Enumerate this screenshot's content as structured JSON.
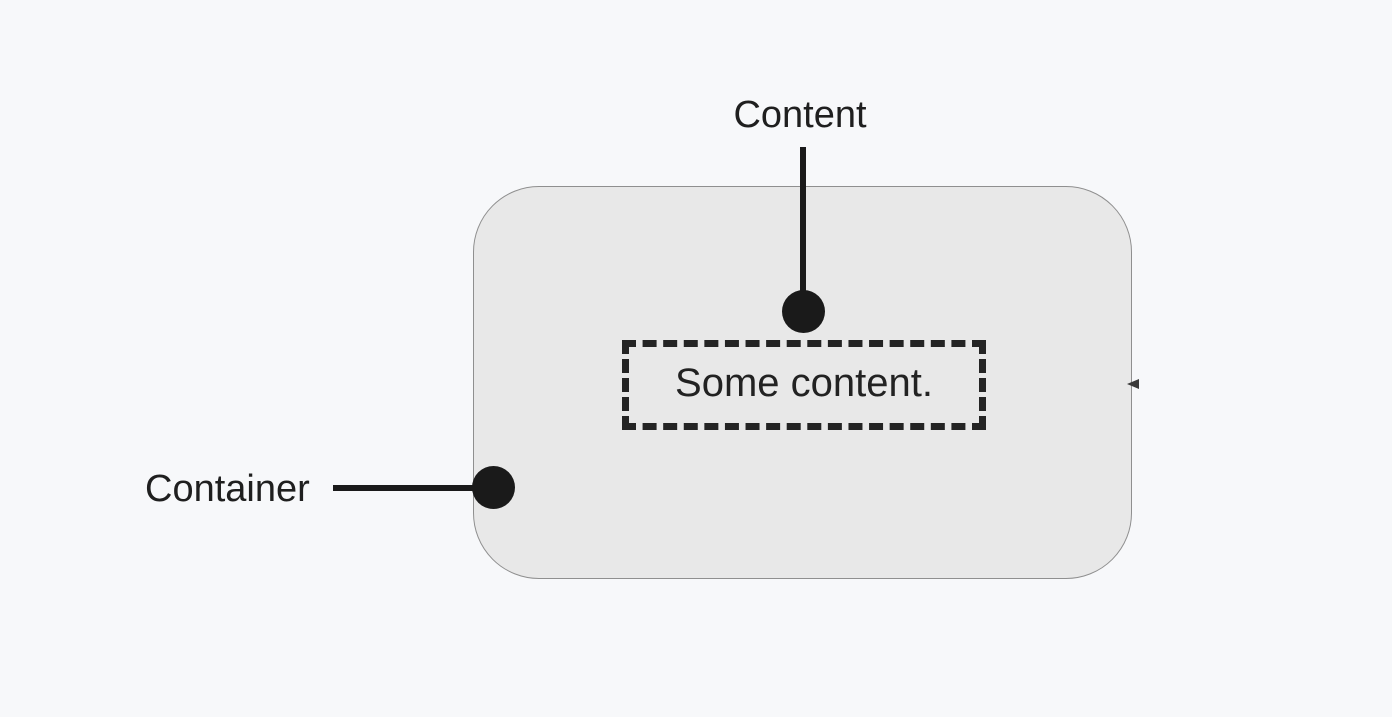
{
  "diagram": {
    "background_color": "#f7f8fa",
    "container": {
      "label": "Container",
      "fill_color": "#e8e8e8",
      "border_color": "#8f8f8f"
    },
    "content": {
      "label": "Content",
      "text": "Some content.",
      "dash_border_color": "#242424"
    },
    "annotation": {
      "line_color": "#1a1a1a",
      "text_color": "#1f1f1f"
    }
  }
}
